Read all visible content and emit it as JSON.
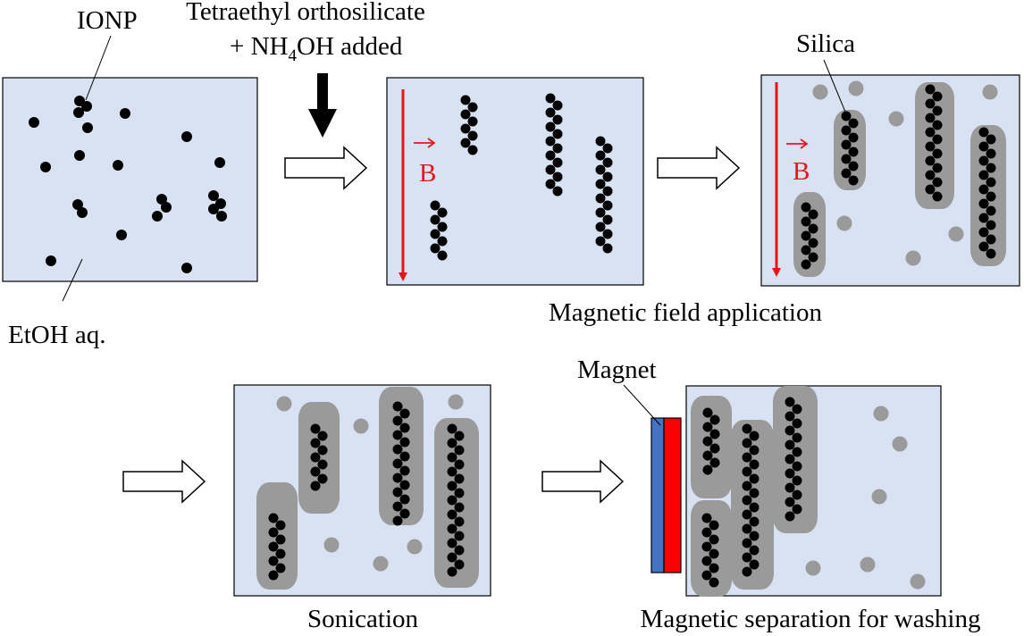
{
  "labels": {
    "ionp": "IONP",
    "reagent_line1": "Tetraethyl orthosilicate",
    "reagent_line2_prefix": "+ NH",
    "reagent_sub": "4",
    "reagent_line2_suffix": "OH added",
    "etoh": "EtOH aq.",
    "silica": "Silica",
    "b_field_1": "B",
    "b_field_2": "B",
    "step_magnetic_field": "Magnetic field application",
    "step_sonication": "Sonication",
    "step_separation": "Magnetic separation for washing",
    "magnet": "Magnet"
  },
  "colors": {
    "panel_fill": "#d9e2f3",
    "particle": "#000000",
    "silica": "#9a9a9a",
    "field_arrow": "#e8141c",
    "magnet_north": "#4472c4",
    "magnet_south": "#ff0000"
  }
}
